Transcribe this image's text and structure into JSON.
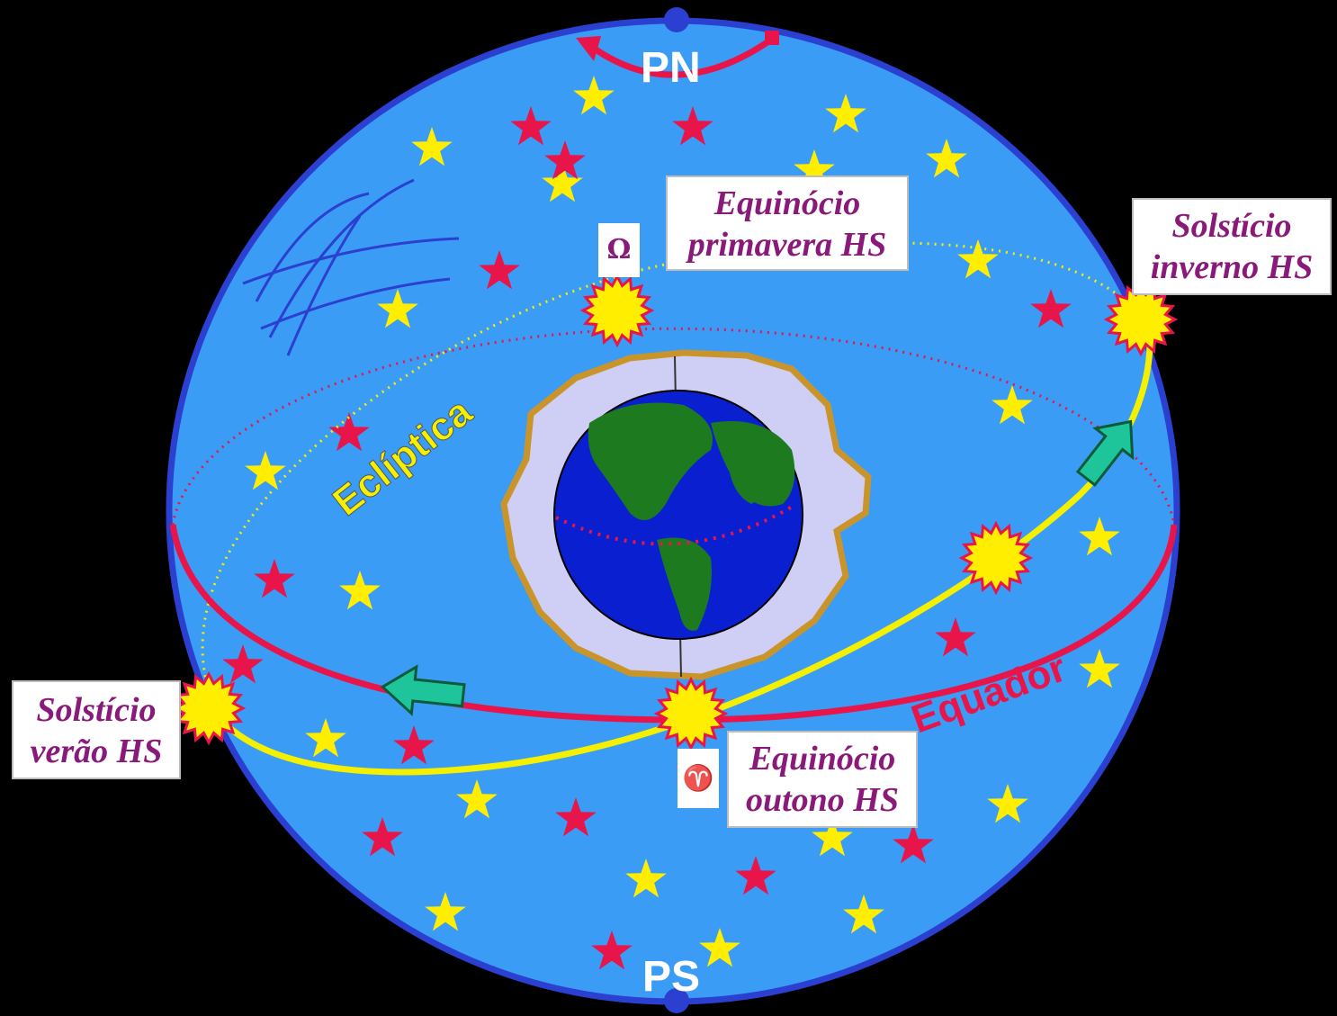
{
  "poles": {
    "north": "PN",
    "south": "PS"
  },
  "curves": {
    "ecliptic": "Eclíptica",
    "equator": "Equador"
  },
  "symbols": {
    "omega": "Ω",
    "aries": "♈"
  },
  "labels": {
    "spring_equinox": [
      "Equinócio",
      "primavera HS"
    ],
    "winter_solstice": [
      "Solstício",
      "inverno HS"
    ],
    "summer_solstice": [
      "Solstício",
      "verão HS"
    ],
    "autumn_equinox": [
      "Equinócio",
      "outono HS"
    ]
  },
  "colors": {
    "sphere": "#3a9cf5",
    "sphere_border": "#2b3fd0",
    "equator": "#e8154a",
    "ecliptic": "#f5f000",
    "sun": "#ffee00",
    "sun_border": "#e8154a",
    "label_text": "#8a1a7a",
    "star_yellow": "#ffee00",
    "star_red": "#e8154a"
  }
}
